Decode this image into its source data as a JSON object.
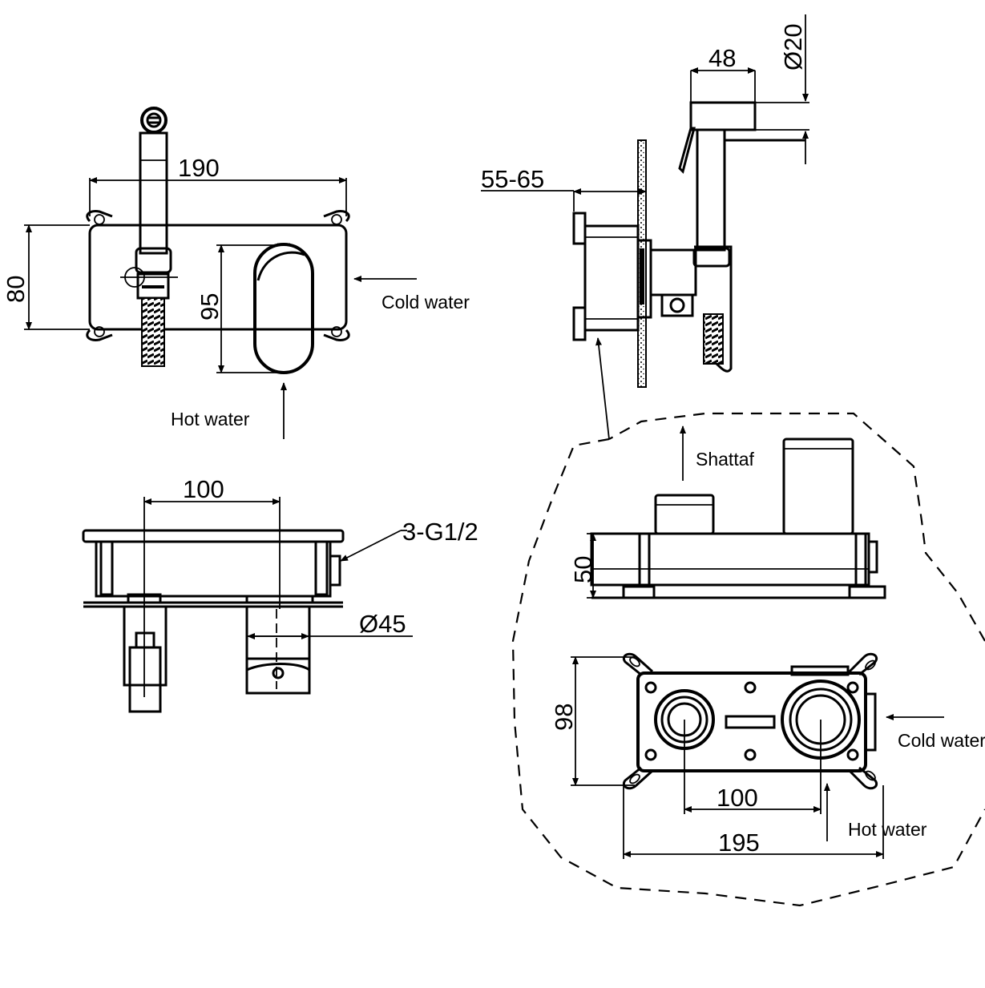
{
  "dimensions": {
    "front_width": "190",
    "front_height": "80",
    "handle_height": "95",
    "top_spacing": "100",
    "connection": "3-G1/2",
    "diameter_45": "Ø45",
    "wall_depth": "55-65",
    "spout_length": "48",
    "diameter_20": "Ø20",
    "box_height": "50",
    "box_depth": "98",
    "box_spacing": "100",
    "box_width": "195"
  },
  "labels": {
    "cold_water": "Cold water",
    "hot_water": "Hot water",
    "shattaf": "Shattaf",
    "cold_water_detail": "Cold water",
    "hot_water_detail": "Hot water"
  }
}
